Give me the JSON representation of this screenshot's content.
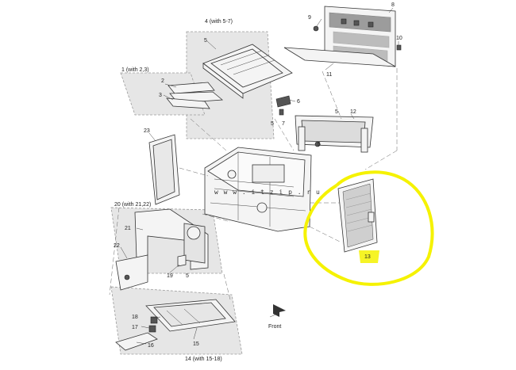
{
  "labels": {
    "l1": "1 (with 2,3)",
    "l2": "2",
    "l3": "3",
    "l4": "4 (with 5-7)",
    "l5a": "5",
    "l5b": "5",
    "l5c": "5",
    "l5d": "5",
    "l5e": "5",
    "l6": "6",
    "l7": "7",
    "l8": "8",
    "l9": "9",
    "l10": "10",
    "l11": "11",
    "l12": "12",
    "l13": "13",
    "l14": "14 (with 15-18)",
    "l15": "15",
    "l16": "16",
    "l17": "17",
    "l18": "18",
    "l19": "19",
    "l20": "20 (with 21,22)",
    "l21": "21",
    "l22": "22",
    "l23": "23",
    "front": "Front"
  },
  "watermark": "w w w . i t z i p . r u",
  "highlight_color": "#f5f200"
}
